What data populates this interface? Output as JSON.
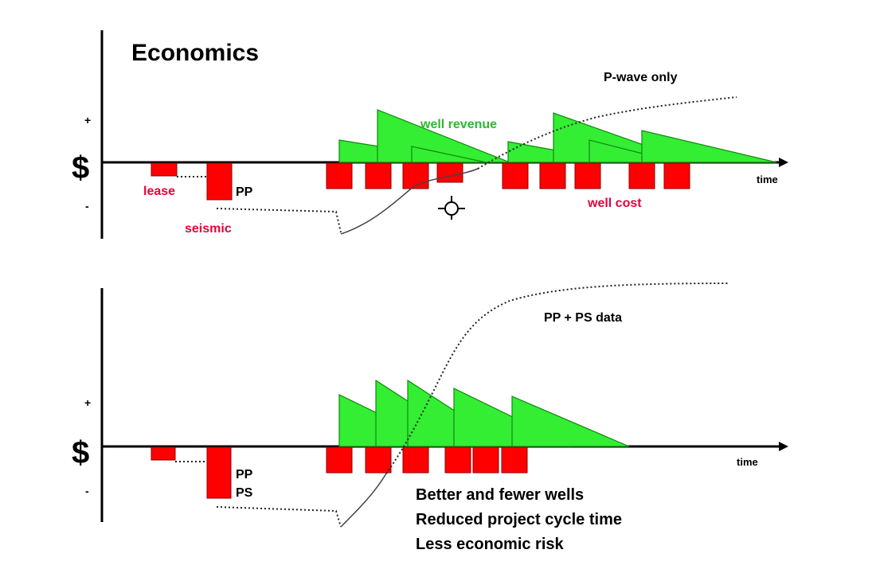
{
  "title": "Economics",
  "axis": {
    "plus": "+",
    "minus": "-",
    "currency": "$",
    "time": "time"
  },
  "top_panel": {
    "curve_label": "P-wave only",
    "revenue_label": "well revenue",
    "cost_label": "well cost",
    "lease_label": "lease",
    "seismic_label": "seismic",
    "pp_label": "PP"
  },
  "bottom_panel": {
    "curve_label": "PP + PS data",
    "pp_label": "PP",
    "ps_label": "PS",
    "benefits": [
      "Better and fewer wells",
      "Reduced project cycle time",
      "Less economic risk"
    ]
  },
  "colors": {
    "revenue": "#33ee33",
    "cost": "#ff0000",
    "text_red": "#e8003a",
    "text_green": "#2fb82f"
  }
}
